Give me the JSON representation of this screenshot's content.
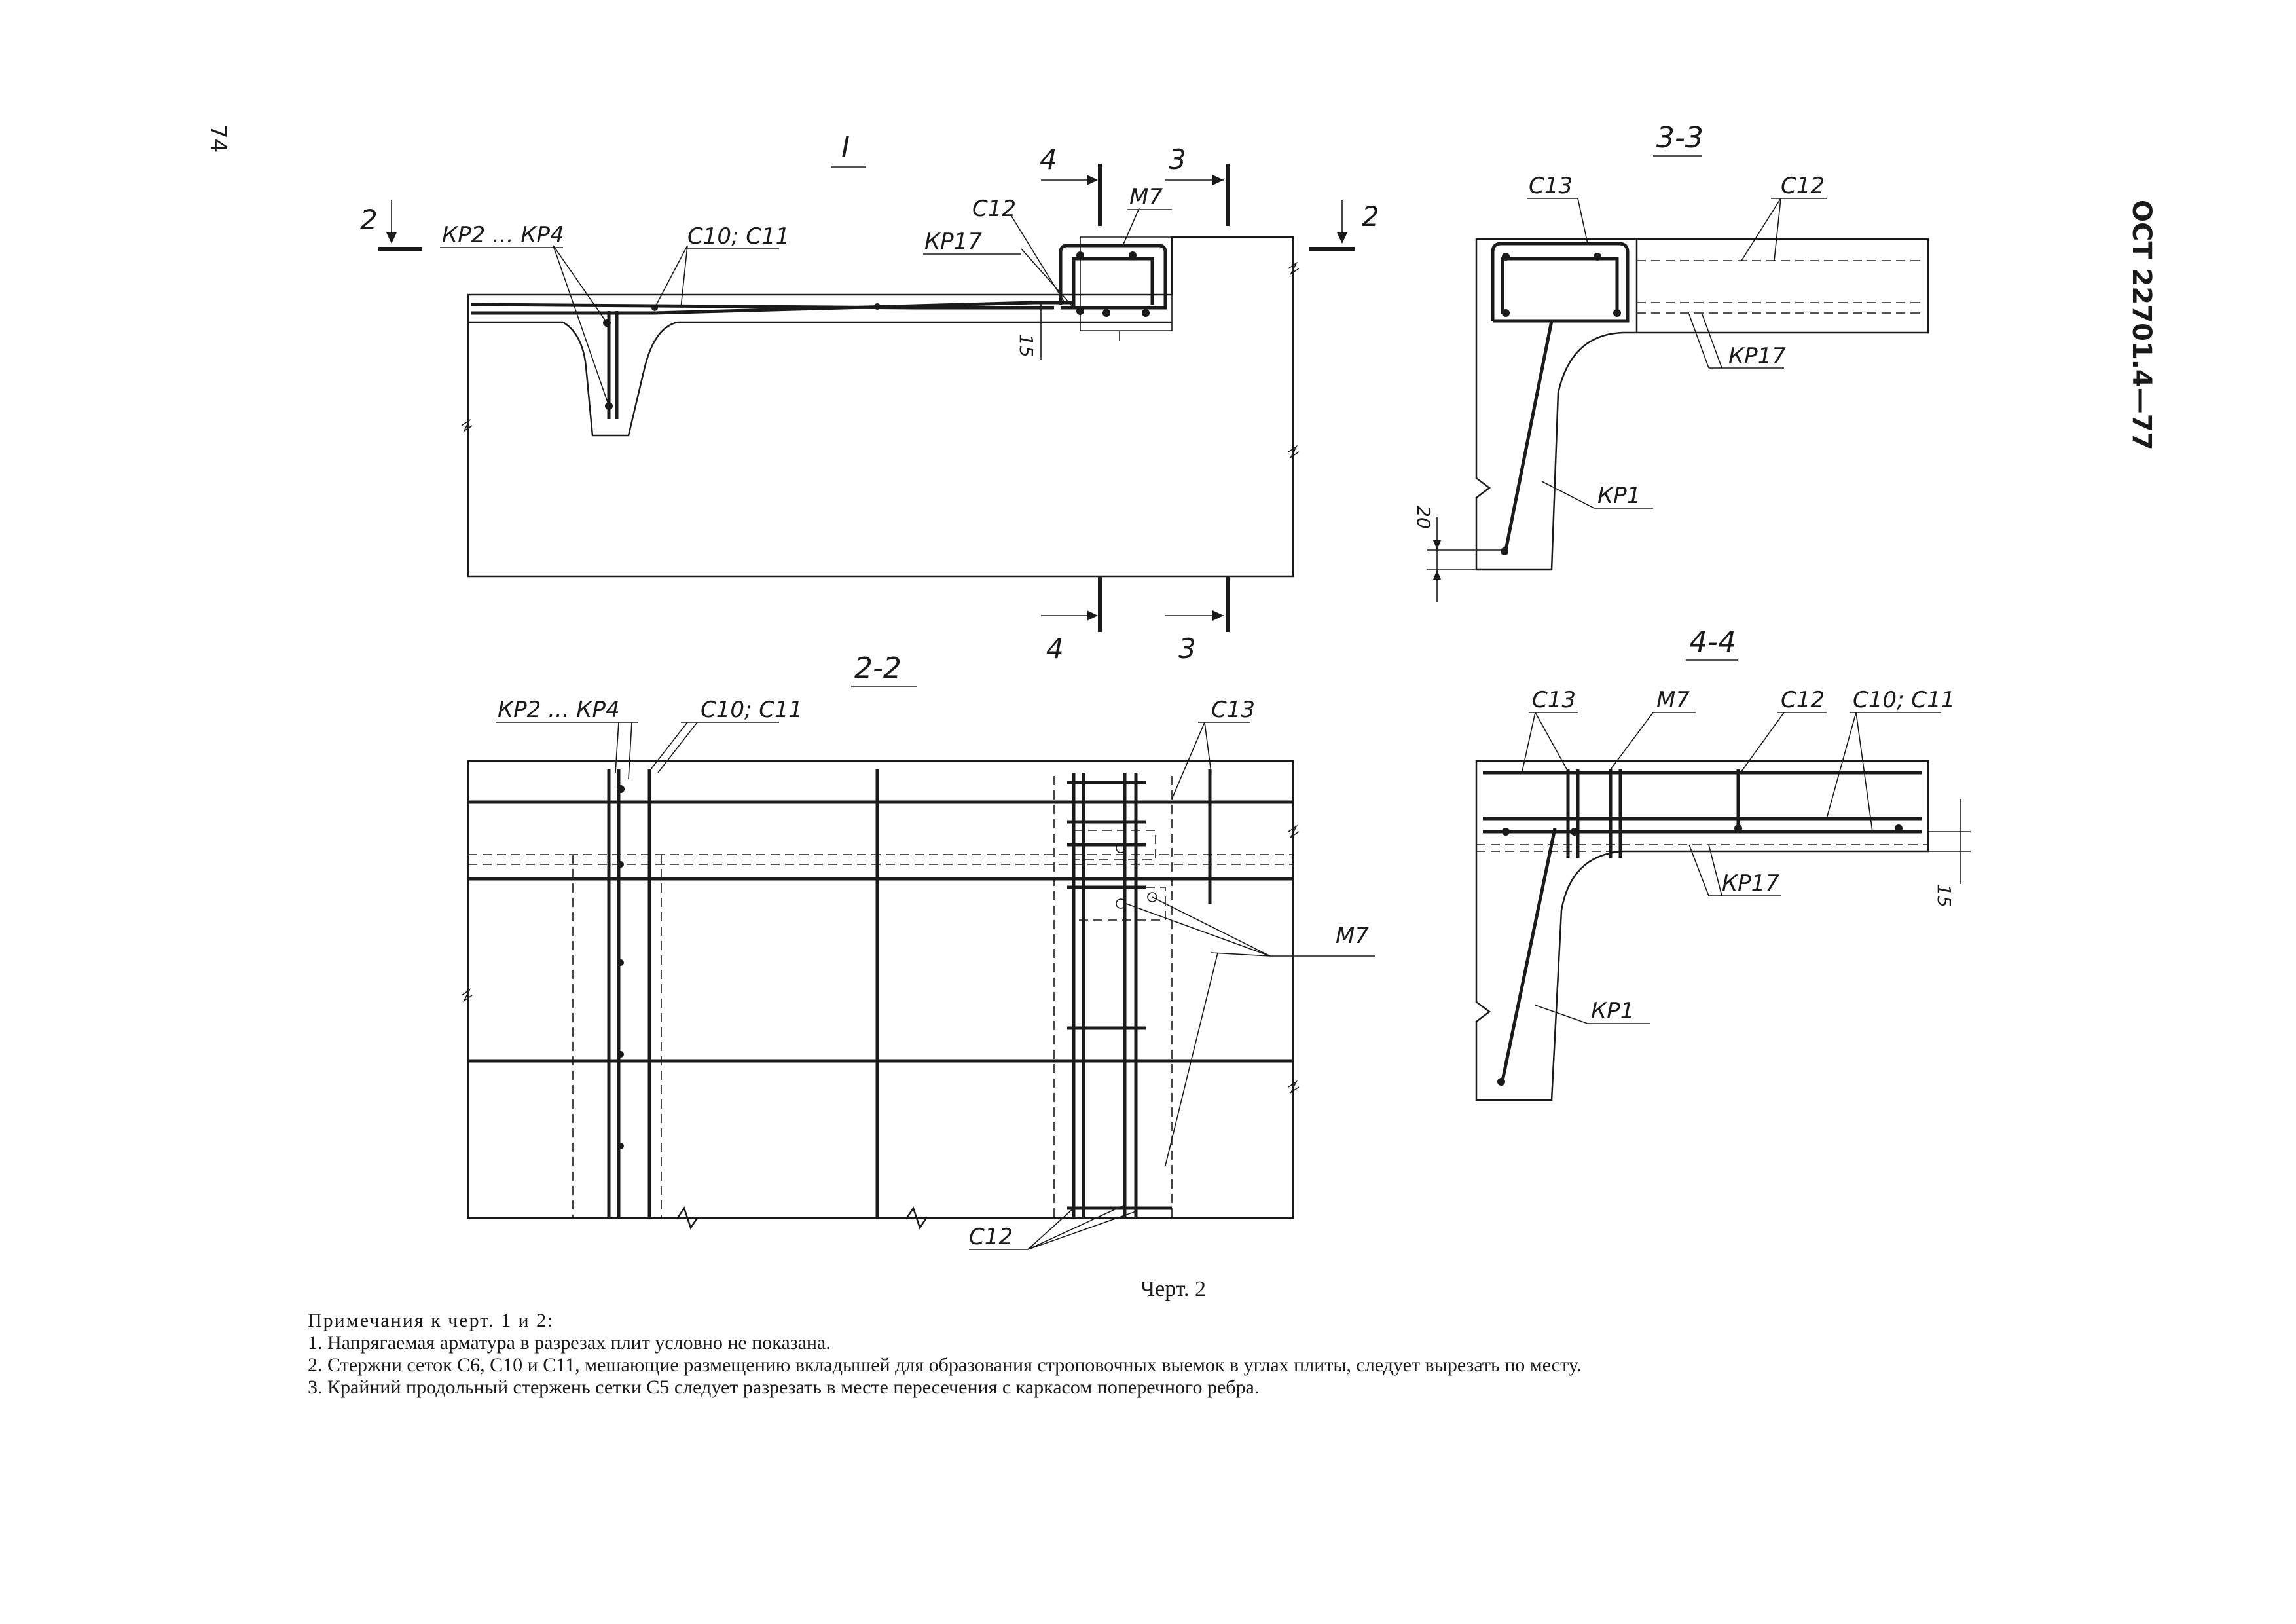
{
  "page_number": "74",
  "standard_code": "ОСТ 22701.4—77",
  "caption": "Черт. 2",
  "notes": {
    "heading": "Примечания к черт. 1 и 2:",
    "items": [
      "1. Напрягаемая арматура в разрезах плит условно не показана.",
      "2. Стержни сеток С6, С10 и С11, мешающие размещению вкладышей для образования строповочных выемок в углах плиты, следует вырезать по месту.",
      "3. Крайний продольный стержень сетки С5 следует разрезать в месте пересечения с каркасом поперечного ребра."
    ]
  },
  "view_I": {
    "title": "I",
    "cut_2_left": "2",
    "cut_2_right": "2",
    "cut_4_top": "4",
    "cut_3_top": "3",
    "cut_4_bottom": "4",
    "cut_3_bottom": "3",
    "label_kr2_kr4": "КР2 ... КР4",
    "label_c10_c11": "С10; С11",
    "label_c12": "С12",
    "label_m7": "М7",
    "label_kr17": "КР17",
    "dim_15": "15"
  },
  "section_3_3": {
    "title": "3-3",
    "label_c13": "С13",
    "label_c12": "С12",
    "label_kr17": "КР17",
    "label_kr1": "КР1",
    "dim_20": "20"
  },
  "section_2_2": {
    "title": "2-2",
    "label_kr2_kr4": "КР2 ... КР4",
    "label_c10_c11": "С10; С11",
    "label_c13": "С13",
    "label_m7": "М7",
    "label_c12": "С12"
  },
  "section_4_4": {
    "title": "4-4",
    "label_c13": "С13",
    "label_m7": "М7",
    "label_c12": "С12",
    "label_c10_c11": "С10; С11",
    "label_kr17": "КР17",
    "label_kr1": "КР1",
    "dim_15": "15"
  }
}
